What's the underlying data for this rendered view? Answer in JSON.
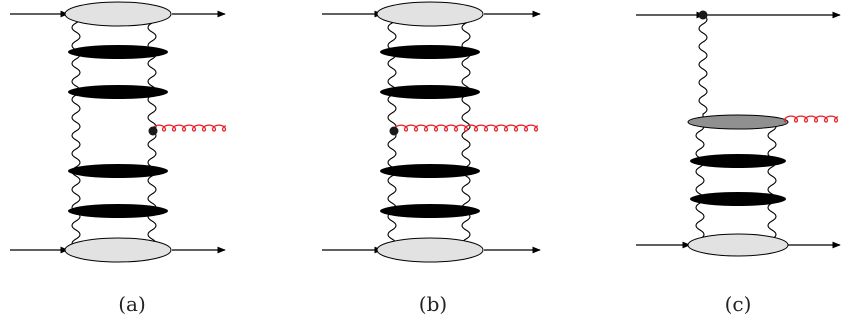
{
  "panels": [
    {
      "id": "a",
      "caption": "(a)",
      "black_rungs": 4,
      "grey_blob": false,
      "gluon_side": "right"
    },
    {
      "id": "b",
      "caption": "(b)",
      "black_rungs": 4,
      "grey_blob": false,
      "gluon_side": "left"
    },
    {
      "id": "c",
      "caption": "(c)",
      "black_rungs": 2,
      "grey_blob": true,
      "gluon_side": "right-of-blob"
    }
  ],
  "colors": {
    "line": "#000000",
    "black_rung": "#000000",
    "light_blob": "#e2e2e2",
    "grey_blob": "#909090",
    "gluon": "#e8242a",
    "vertex": "#1a1a1a"
  }
}
